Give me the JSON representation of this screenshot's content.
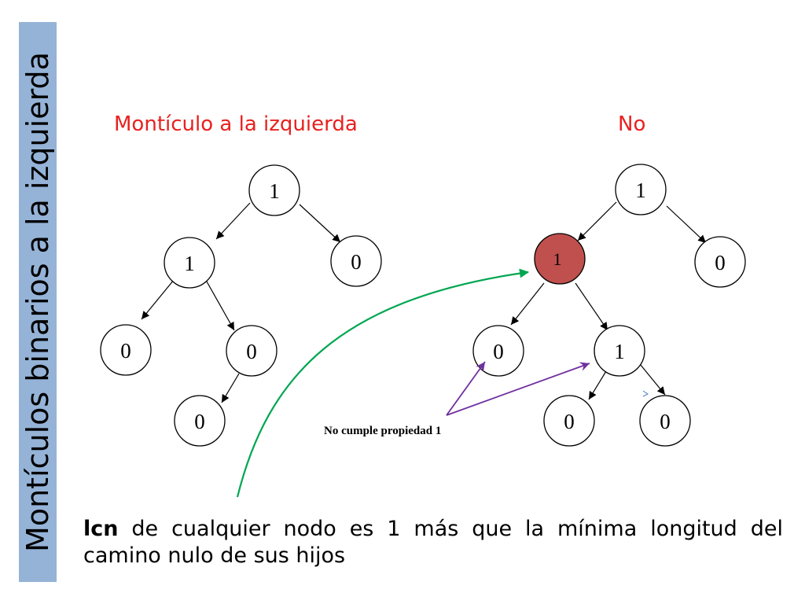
{
  "sidebar": {
    "title": "Montículos  binarios a la izquierda"
  },
  "headings": {
    "left": "Montículo  a  la  izquierda",
    "right": "No"
  },
  "colors": {
    "heading": "#e8211f",
    "sidebar": "#95b3d7",
    "highlight_node": "#c0504d",
    "green_arrow": "#00a651",
    "purple_arrow": "#7030a0"
  },
  "trees": {
    "left": {
      "nodes": [
        {
          "id": "L1",
          "label": "1"
        },
        {
          "id": "L2",
          "label": "1"
        },
        {
          "id": "L3",
          "label": "0"
        },
        {
          "id": "L4",
          "label": "0"
        },
        {
          "id": "L5",
          "label": "0"
        },
        {
          "id": "L6",
          "label": "0"
        }
      ]
    },
    "right": {
      "nodes": [
        {
          "id": "R1",
          "label": "1"
        },
        {
          "id": "R2",
          "label": "1",
          "highlighted": true
        },
        {
          "id": "R3",
          "label": "0"
        },
        {
          "id": "R4",
          "label": "0"
        },
        {
          "id": "R5",
          "label": "1"
        },
        {
          "id": "R6",
          "label": "0"
        },
        {
          "id": "R7",
          "label": "0"
        }
      ]
    }
  },
  "annotation": {
    "text": "No cumple propiedad 1"
  },
  "caption": {
    "term": "lcn",
    "text": " de cualquier nodo es 1 más que la mínima longitud del camino nulo de sus hijos"
  }
}
